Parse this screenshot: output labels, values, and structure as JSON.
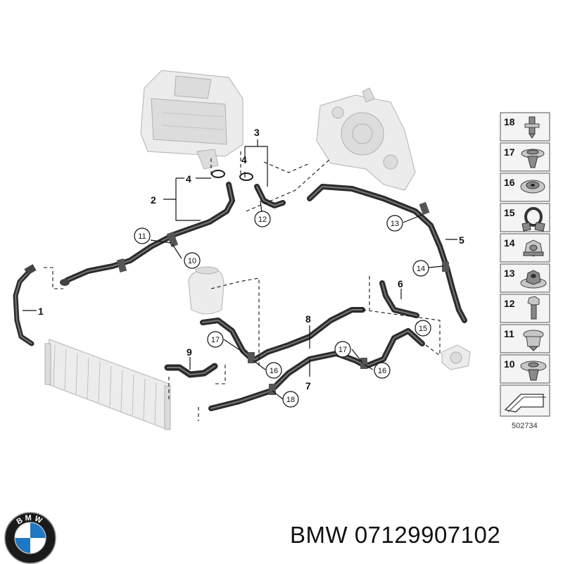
{
  "diagram": {
    "callout_numbers": [
      "1",
      "2",
      "3",
      "4",
      "4",
      "5",
      "6",
      "7",
      "8",
      "9"
    ],
    "circled_numbers": [
      "10",
      "11",
      "12",
      "13",
      "14",
      "15",
      "16",
      "16",
      "17",
      "17",
      "18"
    ],
    "reference_code": "502734"
  },
  "legend": {
    "items": [
      {
        "num": "18",
        "icon": "stud-bolt-icon"
      },
      {
        "num": "17",
        "icon": "expanding-rivet-icon"
      },
      {
        "num": "16",
        "icon": "push-nut-icon"
      },
      {
        "num": "15",
        "icon": "hose-clamp-icon"
      },
      {
        "num": "14",
        "icon": "hex-nut-collar-icon"
      },
      {
        "num": "13",
        "icon": "flange-nut-icon"
      },
      {
        "num": "12",
        "icon": "bolt-icon"
      },
      {
        "num": "11",
        "icon": "plastic-clip-icon"
      },
      {
        "num": "10",
        "icon": "expanding-rivet-large-icon"
      }
    ],
    "pointer_icon": "arrow-pointer-icon"
  },
  "brand": {
    "name": "BMW",
    "part_number": "07129907102",
    "logo_letters": "BMW",
    "logo_colors": {
      "ring": "#1a1a1a",
      "blue": "#1f78c4",
      "white": "#ffffff"
    }
  }
}
